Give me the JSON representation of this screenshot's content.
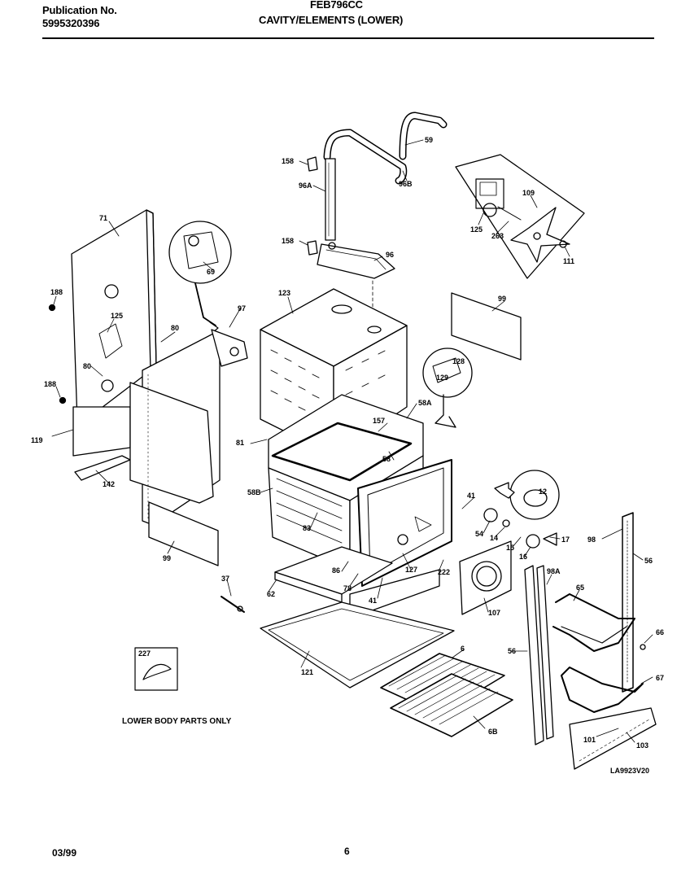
{
  "header": {
    "publication_label": "Publication No.",
    "publication_number": "5995320396",
    "model": "FEB796CC",
    "section_title": "CAVITY/ELEMENTS (LOWER)"
  },
  "callouts": {
    "p71": "71",
    "p188a": "188",
    "p188b": "188",
    "p125a": "125",
    "p80a": "80",
    "p80b": "80",
    "p119": "119",
    "p142": "142",
    "p99a": "99",
    "p99b": "99",
    "p37": "37",
    "p62": "62",
    "p83": "83",
    "p86": "86",
    "p78": "78",
    "p41a": "41",
    "p41b": "41",
    "p127": "127",
    "p222": "222",
    "p107": "107",
    "p121": "121",
    "p6": "6",
    "p6b": "6B",
    "p56a": "56",
    "p56b": "56",
    "p98": "98",
    "p98a": "98A",
    "p65": "65",
    "p66": "66",
    "p67": "67",
    "p101": "101",
    "p103": "103",
    "p69": "69",
    "p97": "97",
    "p123": "123",
    "p158a": "158",
    "p158b": "158",
    "p96a": "96A",
    "p96b": "96B",
    "p96": "96",
    "p59": "59",
    "p125b": "125",
    "p263": "263",
    "p109": "109",
    "p111": "111",
    "p128": "128",
    "p129": "129",
    "p58a": "58A",
    "p58b": "58B",
    "p58": "58",
    "p157": "157",
    "p81": "81",
    "p12": "12",
    "p54": "54",
    "p14": "14",
    "p15": "15",
    "p16": "16",
    "p17": "17",
    "p227": "227"
  },
  "notes": {
    "lower_body_only": "LOWER BODY PARTS ONLY",
    "drawing_id": "LA9923V20"
  },
  "footer": {
    "date": "03/99",
    "page": "6"
  }
}
